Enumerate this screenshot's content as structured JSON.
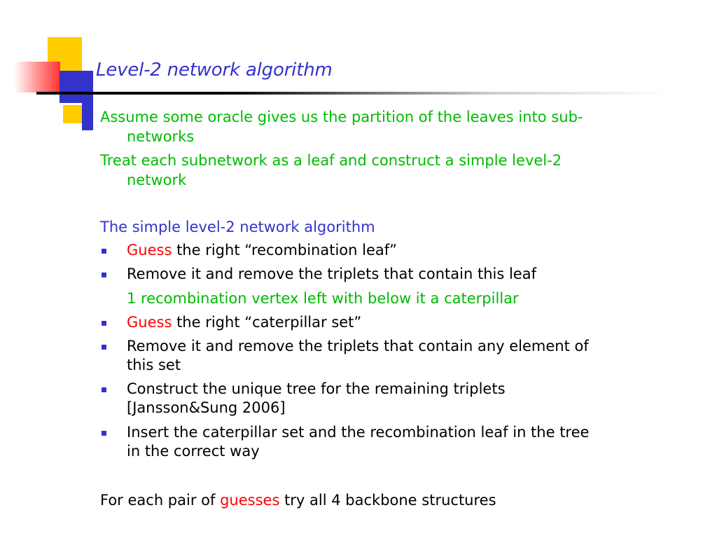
{
  "title": "Level-2 network algorithm",
  "colors": {
    "accent": "#3333cc",
    "green": "#00bb00",
    "red": "#ff0000",
    "yellow": "#ffcc00"
  },
  "intro": [
    {
      "text_line1": "Assume some oracle gives us the partition of the leaves into sub-",
      "text_line2": "networks"
    },
    {
      "text_line1": "Treat each subnetwork as a leaf and construct a simple level-2",
      "text_line2": "network"
    }
  ],
  "section_heading": "The simple level-2 network algorithm",
  "bullets": [
    {
      "highlight": "Guess",
      "text": " the right “recombination leaf”"
    },
    {
      "text": "Remove it and remove the triplets that contain this leaf"
    },
    {
      "note": "1 recombination vertex left with below it a caterpillar"
    },
    {
      "highlight": "Guess",
      "text": " the right “caterpillar set”"
    },
    {
      "text_line1": "Remove it and remove the triplets that contain any element of",
      "text_line2": "this set"
    },
    {
      "text_line1": "Construct the unique tree for the remaining triplets",
      "text_line2": "[Jansson&Sung 2006]"
    },
    {
      "text_line1": "Insert the caterpillar set and the recombination leaf in the tree",
      "text_line2": "in the correct way"
    }
  ],
  "footer": {
    "prefix": "For each pair of ",
    "highlight": "guesses",
    "suffix": " try all 4 backbone structures"
  }
}
